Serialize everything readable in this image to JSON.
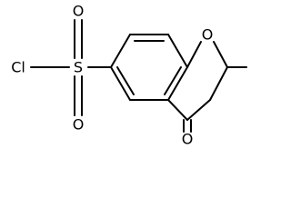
{
  "molecule": {
    "atoms": {
      "chlorine": "Cl",
      "sulfur": "S",
      "sulfonyl_oxygen_top": "O",
      "sulfonyl_oxygen_bottom": "O",
      "ring_oxygen": "O",
      "carbonyl_oxygen": "O"
    }
  }
}
